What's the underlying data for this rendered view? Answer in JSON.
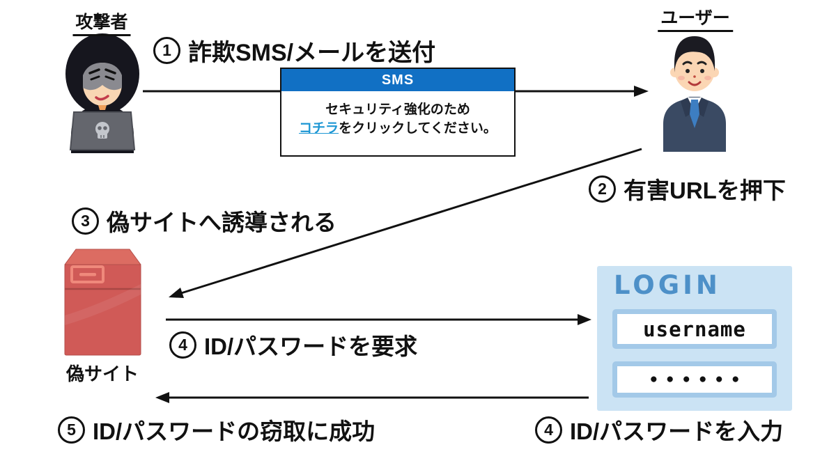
{
  "actors": {
    "attacker": "攻撃者",
    "user": "ユーザー",
    "fake_site": "偽サイト"
  },
  "steps": [
    {
      "num": "1",
      "text": "詐欺SMS/メールを送付"
    },
    {
      "num": "2",
      "text": "有害URLを押下"
    },
    {
      "num": "3",
      "text": "偽サイトへ誘導される"
    },
    {
      "num": "4",
      "text": "ID/パスワードを要求"
    },
    {
      "num": "5",
      "text": "ID/パスワードの窃取に成功"
    },
    {
      "num": "4",
      "text": "ID/パスワードを入力"
    }
  ],
  "sms": {
    "header": "SMS",
    "line1": "セキュリティ強化のため",
    "link_text": "コチラ",
    "line2_rest": "をクリックしてください。"
  },
  "login": {
    "title": "LOGIN",
    "username": "username",
    "password_dots": "●●●●●●"
  },
  "colors": {
    "sms-header-bg": "#1170c4",
    "link-blue": "#1e97d4",
    "login-bg": "#cbe3f4",
    "login-blue": "#4d90c8",
    "login-border": "#a3c9e8",
    "server-red": "#d05a57",
    "server-red-top": "#dc6c62",
    "server-red-line": "#a84744",
    "server-slot": "#ef897b",
    "suit-navy": "#3a4a63",
    "tie-blue": "#3d7ec2"
  }
}
